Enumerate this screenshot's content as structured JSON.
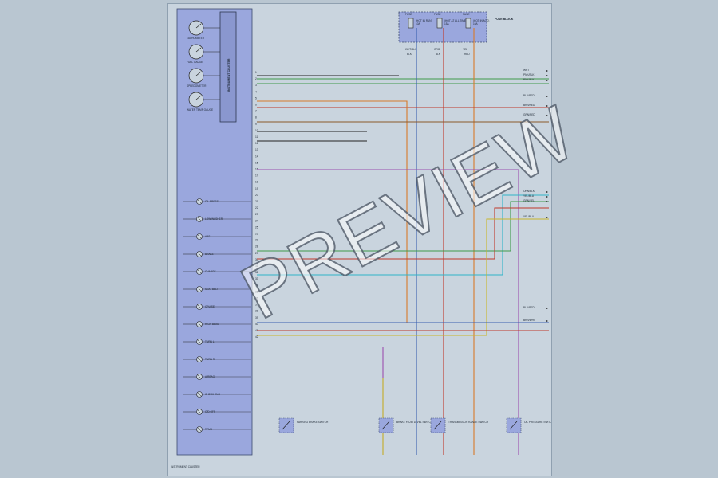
{
  "watermark": "PREVIEW",
  "cluster": {
    "gauges": [
      "TACHOMETER",
      "FUEL GAUGE",
      "SPEEDOMETER",
      "WATER TEMP GAUGE"
    ],
    "module_label": "INSTRUMENT CLUSTER",
    "indicators": [
      "OIL PRESS",
      "LOW WASHER",
      "ABS",
      "BRAKE",
      "CHARGE",
      "SEAT BELT",
      "CRUISE",
      "HIGH BEAM",
      "TURN L",
      "TURN R",
      "AIRBAG",
      "CHECK ENG",
      "O/D OFF",
      "TPMS"
    ]
  },
  "fuses": [
    {
      "title": "FUSE",
      "lines": [
        "(HOT IN RUN)",
        "10A"
      ],
      "wire": "WHT/BLK",
      "color": "BLK"
    },
    {
      "title": "FUSE",
      "lines": [
        "(HOT AT ALL TIMES)",
        "15A"
      ],
      "wire": "ORG",
      "color": "BLK"
    },
    {
      "title": "FUSE",
      "lines": [
        "(HOT IN ACC)",
        "10A"
      ],
      "wire": "YEL",
      "color": "RED"
    }
  ],
  "fuse_box_label": "FUSE BLOCK",
  "right_terminals": [
    "WHT",
    "PNK/BLK",
    "PNK/BLK",
    "BLU/RED",
    "BRN/RED",
    "GRN/RED",
    "ORN/BLK",
    "YEL/BLU",
    "GRN/YEL",
    "YEL/BLU",
    "BLU/RED",
    "BRN/WHT"
  ],
  "connector_pins": [
    "1",
    "2",
    "3",
    "4",
    "5",
    "6",
    "7",
    "8",
    "9",
    "10",
    "11",
    "12",
    "13",
    "14",
    "15",
    "16",
    "17",
    "18",
    "19",
    "20",
    "21",
    "22",
    "23",
    "24",
    "25",
    "26",
    "27",
    "28",
    "29",
    "30",
    "31",
    "32",
    "33",
    "34",
    "35",
    "36",
    "37",
    "38",
    "39",
    "40",
    "41",
    "42"
  ],
  "bottom_switches": [
    "PARKING BRAKE SWITCH",
    "BRAKE FLUID LEVEL SWITCH",
    "TRANSMISSION RANGE SWITCH",
    "OIL PRESSURE SWITCH"
  ],
  "bottom_left_label": "INSTRUMENT CLUSTER",
  "colors": {
    "green": "#3f9a4a",
    "blue": "#3a5fb0",
    "red": "#c0392b",
    "orange": "#d87a2a",
    "purple": "#9b4fb0",
    "cyan": "#2fb3c8",
    "brown": "#8a5a2b",
    "black": "#222222",
    "yellow": "#c9b62b"
  }
}
